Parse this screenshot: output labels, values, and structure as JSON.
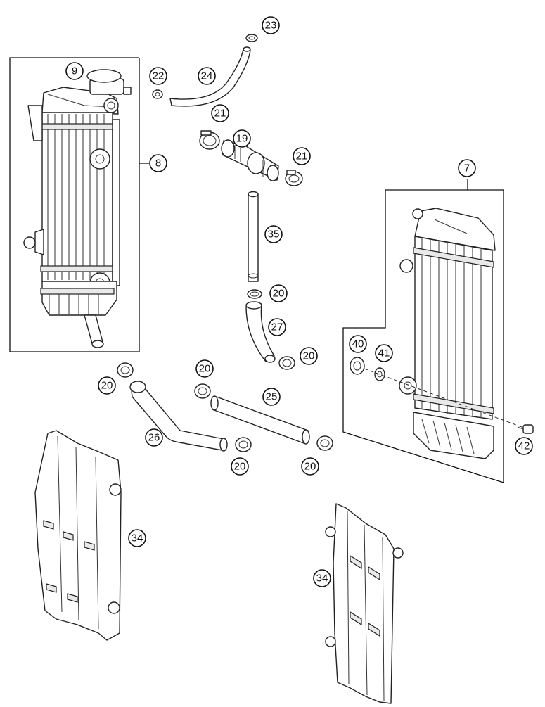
{
  "callouts": [
    {
      "id": "c23",
      "label": "23"
    },
    {
      "id": "c9",
      "label": "9"
    },
    {
      "id": "c22",
      "label": "22"
    },
    {
      "id": "c24",
      "label": "24"
    },
    {
      "id": "c21a",
      "label": "21"
    },
    {
      "id": "c19",
      "label": "19"
    },
    {
      "id": "c21b",
      "label": "21"
    },
    {
      "id": "c8",
      "label": "8"
    },
    {
      "id": "c7",
      "label": "7"
    },
    {
      "id": "c35",
      "label": "35"
    },
    {
      "id": "c20a",
      "label": "20"
    },
    {
      "id": "c27",
      "label": "27"
    },
    {
      "id": "c20b",
      "label": "20"
    },
    {
      "id": "c40",
      "label": "40"
    },
    {
      "id": "c41",
      "label": "41"
    },
    {
      "id": "c20c",
      "label": "20"
    },
    {
      "id": "c20d",
      "label": "20"
    },
    {
      "id": "c25",
      "label": "25"
    },
    {
      "id": "c26",
      "label": "26"
    },
    {
      "id": "c42",
      "label": "42"
    },
    {
      "id": "c20e",
      "label": "20"
    },
    {
      "id": "c20f",
      "label": "20"
    },
    {
      "id": "c34a",
      "label": "34"
    },
    {
      "id": "c34b",
      "label": "34"
    }
  ]
}
